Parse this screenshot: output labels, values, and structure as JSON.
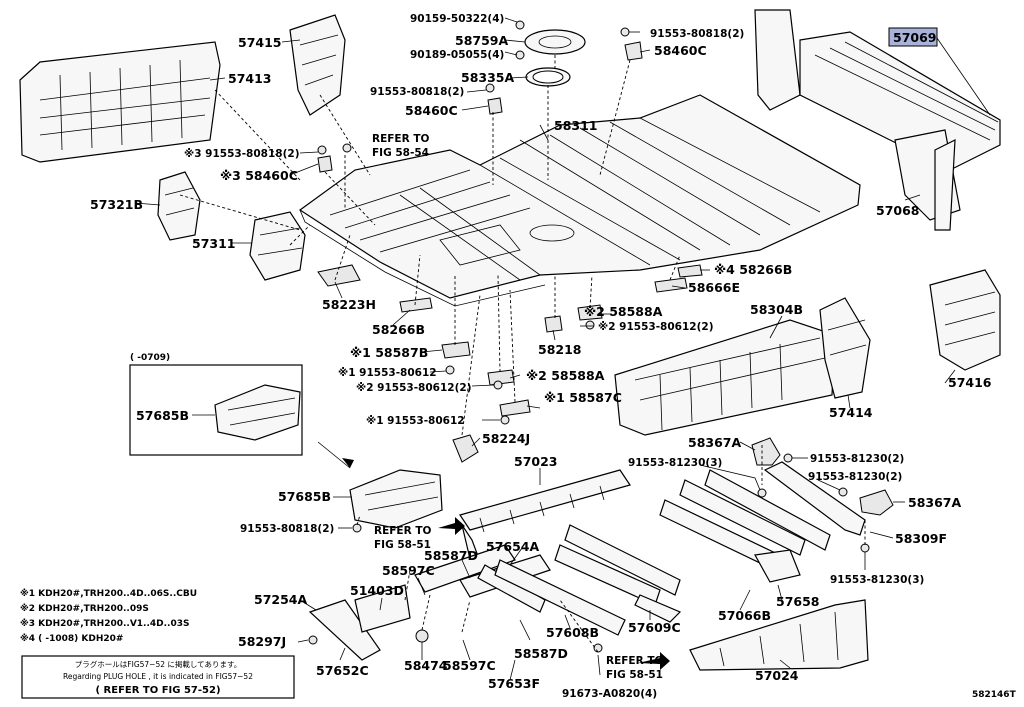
{
  "diagram_code": "582146T",
  "highlighted_part": "57069",
  "parts": {
    "p57069": "57069",
    "p57068": "57068",
    "p57415": "57415",
    "p57413": "57413",
    "p57321B": "57321B",
    "p57311": "57311",
    "p58223H": "58223H",
    "p58266B_a": "58266B",
    "p58587B": "※1 58587B",
    "p91553_80612_a": "※1 91553-80612",
    "p91553_80612_b": "※2 91553-80612(2)",
    "p91553_80612_c": "※1 91553-80612",
    "p91553_80612_d": "※2 91553-80612(2)",
    "p58588A_a": "※2 58588A",
    "p58588A_b": "※2 58588A",
    "p58587C": "※1 58587C",
    "p58218": "58218",
    "p58224J": "58224J",
    "p58311": "58311",
    "p58335A": "58335A",
    "p58759A": "58759A",
    "p90159": "90159-50322(4)",
    "p90189": "90189-05055(4)",
    "p91553_80818_a": "91553-80818(2)",
    "p91553_80818_b": "91553-80818(2)",
    "p91553_80818_c": "※3 91553-80818(2)",
    "p91553_80818_d": "91553-80818(2)",
    "p58460C_a": "58460C",
    "p58460C_b": "58460C",
    "p58460C_c": "※3 58460C",
    "p58266B_b": "※4 58266B",
    "p58666E": "58666E",
    "p58304B": "58304B",
    "p57416": "57416",
    "p57414": "57414",
    "p58367A_a": "58367A",
    "p58367A_b": "58367A",
    "p91553_81230_a": "91553-81230(3)",
    "p91553_81230_b": "91553-81230(2)",
    "p91553_81230_c": "91553-81230(2)",
    "p91553_81230_d": "91553-81230(3)",
    "p58309F": "58309F",
    "p57685B_a": "57685B",
    "p57685B_b": "57685B",
    "p57023": "57023",
    "p57654A": "57654A",
    "p58587D_a": "58587D",
    "p58587D_b": "58587D",
    "p58597C_a": "58597C",
    "p58597C_b": "58597C",
    "p51403D": "51403D",
    "p57254A": "57254A",
    "p58297J": "58297J",
    "p57652C": "57652C",
    "p58474": "58474",
    "p57653F": "57653F",
    "p57608B": "57608B",
    "p57609C": "57609C",
    "p57066B": "57066B",
    "p57658": "57658",
    "p57024": "57024",
    "p91673": "91673-A0820(4)"
  },
  "refer": {
    "r1_line1": "REFER TO",
    "r1_line2": "FIG 58-54",
    "r2_line1": "REFER TO",
    "r2_line2": "FIG 58-51",
    "r3_line1": "REFER TO",
    "r3_line2": "FIG 58-51"
  },
  "inset_label": "(      -0709)",
  "footnotes": [
    "※1 KDH20#,TRH200..4D..06S..CBU",
    "※2 KDH20#,TRH200..09S",
    "※3 KDH20#,TRH200..V1..4D..03S",
    "※4 (      -1008) KDH20#"
  ],
  "plug_note": {
    "jp": "プラグホールはFIG57−52 に掲載してあります。",
    "en": "Regarding PLUG HOLE , it is indicated in FIG57−52",
    "ref": "( REFER TO FIG 57-52)"
  }
}
